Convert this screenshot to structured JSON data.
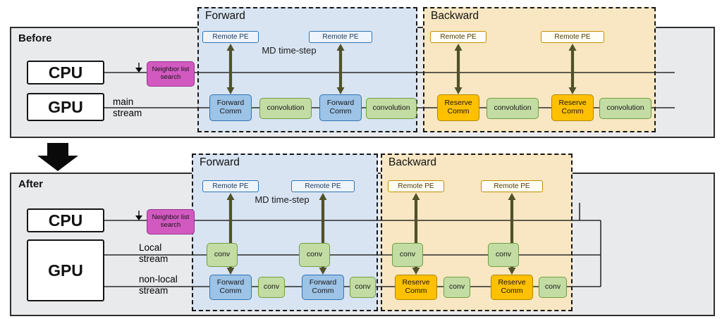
{
  "panels": {
    "before": {
      "label": "Before",
      "cpu": "CPU",
      "gpu": "GPU",
      "neighbor": "Neighbor list search",
      "main_stream": "main stream",
      "md": "MD time-step",
      "forward": {
        "label": "Forward",
        "remote_pes": [
          "Remote PE",
          "Remote PE"
        ],
        "gpu_boxes": [
          "Forward Comm",
          "convolution",
          "Forward Comm",
          "convolution"
        ]
      },
      "backward": {
        "label": "Backward",
        "remote_pes": [
          "Remote PE",
          "Remote PE"
        ],
        "gpu_boxes": [
          "Reserve Comm",
          "convolution",
          "Reserve Comm",
          "convolution"
        ]
      }
    },
    "after": {
      "label": "After",
      "cpu": "CPU",
      "gpu": "GPU",
      "neighbor": "Neighbor list search",
      "local_stream": "Local stream",
      "nonlocal_stream": "non-local stream",
      "md": "MD time-step",
      "forward": {
        "label": "Forward",
        "remote_pes": [
          "Remote PE",
          "Remote PE"
        ],
        "local_boxes": [
          "conv",
          "conv"
        ],
        "nonlocal_boxes": [
          "Forward Comm",
          "conv",
          "Forward Comm",
          "conv"
        ]
      },
      "backward": {
        "label": "Backward",
        "remote_pes": [
          "Remote PE",
          "Remote PE"
        ],
        "local_boxes": [
          "conv",
          "conv"
        ],
        "nonlocal_boxes": [
          "Reserve Comm",
          "conv",
          "Reserve Comm",
          "conv"
        ]
      }
    }
  },
  "colors": {
    "panel_gray": "#e9eaec",
    "forward_region": "#d9e4f2",
    "backward_region": "#f8e7c2",
    "comm_blue": "#9dc3e6",
    "comm_blue_border": "#2e75b6",
    "conv_green": "#c3dca4",
    "conv_green_border": "#6f9f3f",
    "reserve_orange": "#ffc000",
    "reserve_orange_border": "#b08800",
    "neighbor_magenta": "#d159c0",
    "arrow_olive": "#4f5128",
    "line_black": "#2b2b2b"
  }
}
